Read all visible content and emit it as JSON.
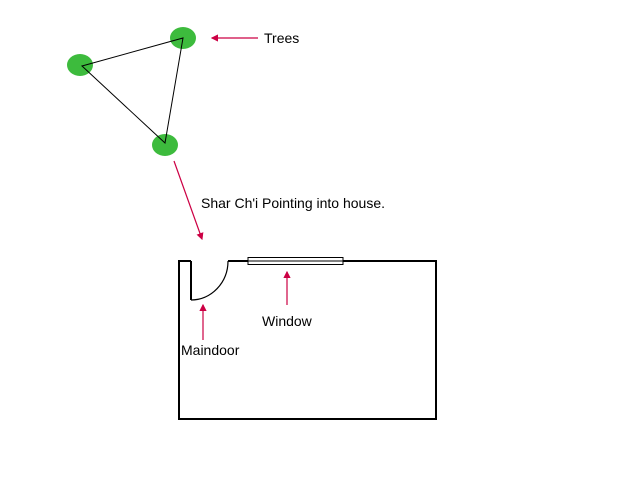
{
  "labels": {
    "trees": "Trees",
    "shar_chi": "Shar Ch'i Pointing into house.",
    "window": "Window",
    "maindoor": "Maindoor"
  },
  "colors": {
    "tree": "#3dbb3d",
    "arrow": "#cc0044",
    "line": "#000000"
  }
}
